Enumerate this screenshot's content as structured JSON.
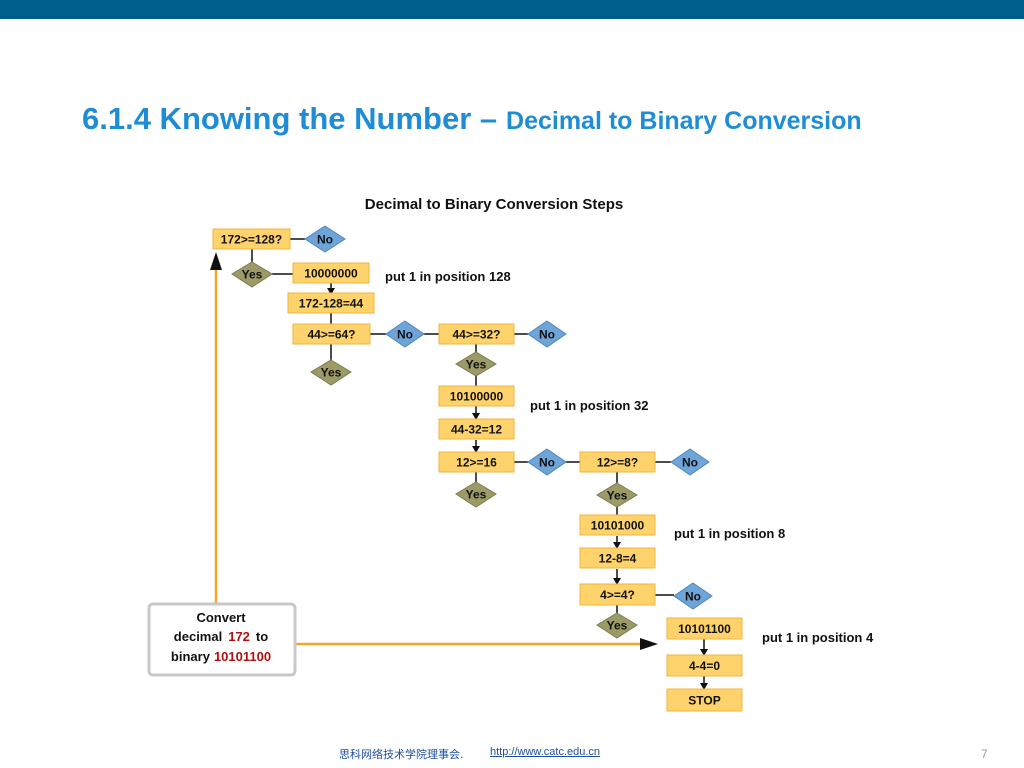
{
  "slide": {
    "title_main": "6.1.4 Knowing the Number –",
    "title_sub": "Decimal to Binary Conversion",
    "footer_org": "思科网络技术学院理事会.",
    "footer_url": "http://www.catc.edu.cn",
    "page_number": "7",
    "accent_color": "#005f8a"
  },
  "diagram": {
    "title": "Decimal to Binary Conversion Steps",
    "nodes": {
      "q128": "172>=128?",
      "no128": "No",
      "yes128": "Yes",
      "bin1": "10000000",
      "sub128": "172-128=44",
      "q64": "44>=64?",
      "no64": "No",
      "yes64": "Yes",
      "q32": "44>=32?",
      "no32": "No",
      "yes32": "Yes",
      "bin2": "10100000",
      "sub32": "44-32=12",
      "q16": "12>=16",
      "no16": "No",
      "yes16": "Yes",
      "q8": "12>=8?",
      "no8": "No",
      "yes8": "Yes",
      "bin3": "10101000",
      "sub8": "12-8=4",
      "q4": "4>=4?",
      "no4": "No",
      "yes4": "Yes",
      "bin4": "10101100",
      "sub4": "4-4=0",
      "stop": "STOP"
    },
    "notes": {
      "n128": "put 1 in position 128",
      "n32": "put 1 in position 32",
      "n8": "put 1 in position 8",
      "n4": "put 1 in position 4"
    },
    "convert_box": {
      "line1": "Convert",
      "line2_prefix": "decimal",
      "decimal_value": "172",
      "line2_suffix": "to",
      "line3_prefix": "binary",
      "binary_value": "10101100"
    },
    "colors": {
      "box_fill": "#ffd36b",
      "no_fill": "#6fa4d8",
      "yes_fill": "#9c9b68",
      "flow_arrow": "#f5a623",
      "value_red": "#b01010"
    }
  }
}
